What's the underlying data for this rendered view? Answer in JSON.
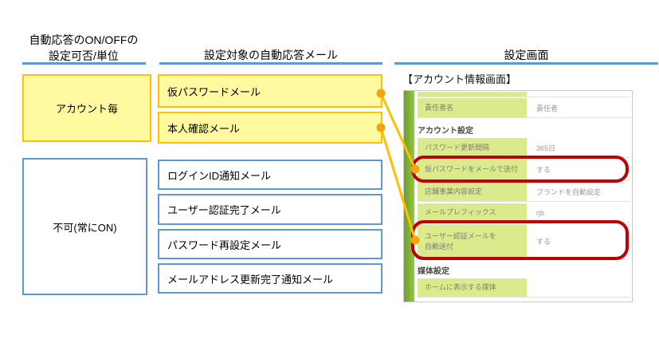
{
  "headers": {
    "left_line1": "自動応答のON/OFFの",
    "left_line2": "設定可否/単位",
    "middle": "設定対象の自動応答メール",
    "right": "設定画面"
  },
  "left_column": {
    "per_account": "アカウント毎",
    "not_configurable": "不可(常にON)"
  },
  "mail_list": {
    "per_account": [
      "仮パスワードメール",
      "本人確認メール"
    ],
    "always_on": [
      "ログインID通知メール",
      "ユーザー認証完了メール",
      "パスワード再設定メール",
      "メールアドレス更新完了通知メール"
    ]
  },
  "settings_screen": {
    "caption": "【アカウント情報画面】",
    "row_manager": {
      "label": "責任者名",
      "value": "責任者"
    },
    "section_account": "アカウント設定",
    "row_password_interval": {
      "label": "パスワード更新間隔",
      "value": "365日"
    },
    "row_temp_password": {
      "label": "仮パスワードをメールで送付",
      "value": "する"
    },
    "row_store_business": {
      "label": "店舗事業内容設定",
      "value": "ブランドを自動設定"
    },
    "row_mail_prefix": {
      "label": "メールプレフィックス",
      "value": "rjb"
    },
    "row_user_auth": {
      "label_line1": "ユーザー認証メールを",
      "label_line2": "自動送付",
      "value": "する"
    },
    "section_media": "媒体設定",
    "row_home_media": {
      "label": "ホームに表示する媒体",
      "value": ""
    }
  },
  "colors": {
    "accent_blue": "#5B9BD5",
    "accent_gold": "#FFC000",
    "connector_dot": "#F2A50C",
    "highlight_red": "#C00000",
    "panel_green": "#7EB43C",
    "cell_green": "#DCEA8E",
    "yellow_fill": "#FFF9A0"
  }
}
